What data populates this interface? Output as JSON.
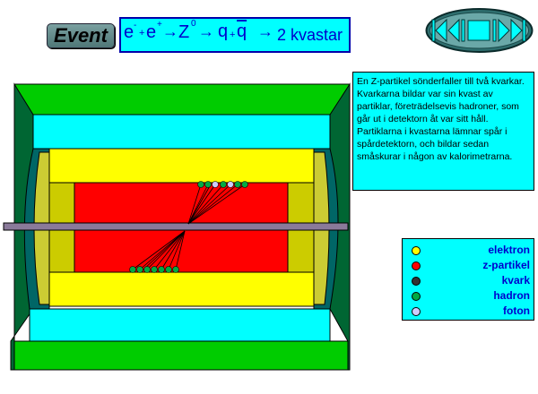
{
  "event_button": {
    "label": "Event"
  },
  "formula": {
    "e1": "e",
    "e1_sup": "-",
    "plus1": "+",
    "e2": "e",
    "e2_sup": "+",
    "arrow1": "→",
    "z": "Z",
    "z_sup": "0",
    "arrow2": "→",
    "q1": "q",
    "plus2": "+",
    "q2": "q",
    "arrow3": "→",
    "result": "2 kvastar"
  },
  "description": "En Z-partikel sönderfaller till två kvarkar. Kvarkarna bildar var sin kvast av partiklar, företrädelsevis hadroner, som går ut i detektorn åt var sitt håll. Partiklarna i kvastarna lämnar spår i spårdetektorn, och bildar sedan småskurar i någon av kalorimetrarna.",
  "legend": [
    {
      "label": "elektron",
      "color": "#ffff00"
    },
    {
      "label": "z-partikel",
      "color": "#ff0000"
    },
    {
      "label": "kvark",
      "color": "#333333"
    },
    {
      "label": "hadron",
      "color": "#00aa44"
    },
    {
      "label": "foton",
      "color": "#ccccff"
    }
  ],
  "colors": {
    "outer_calorimeter": "#00cc00",
    "hadron_calorimeter": "#00ffff",
    "em_calorimeter": "#ffff00",
    "tracker": "#ff0000",
    "beam_pipe": "#8a7a9a",
    "endcap": "#cccc33"
  }
}
